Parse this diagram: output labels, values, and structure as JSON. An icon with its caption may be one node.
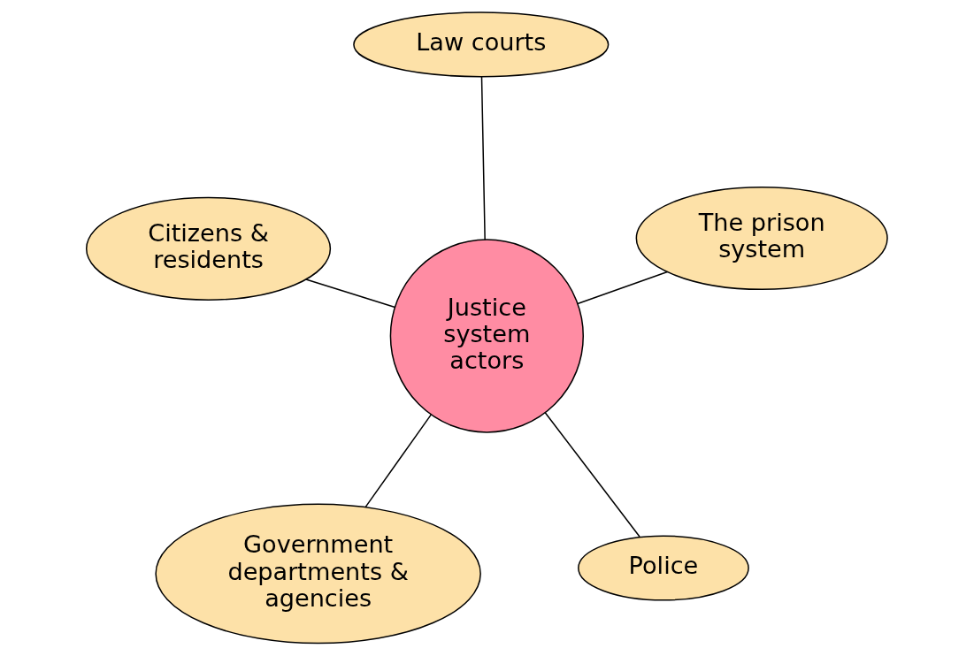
{
  "diagram": {
    "nodes": [
      {
        "text": [
          "Government departments & agencies"
        ]
      },
      {
        "text": [
          "Police"
        ]
      },
      {
        "text": [
          "Justice system actors"
        ]
      },
      {
        "text": [
          "Law courts"
        ]
      },
      {
        "text": [
          "The prison system"
        ]
      },
      {
        "text": [
          "Citizens & residents"
        ]
      }
    ],
    "edges": [
      {
        "from": 2,
        "to": 0,
        "arrow": "none"
      },
      {
        "from": 2,
        "to": 1,
        "arrow": "none"
      },
      {
        "from": 2,
        "to": 3,
        "arrow": "none"
      },
      {
        "from": 2,
        "to": 4,
        "arrow": "none"
      },
      {
        "from": 2,
        "to": 5,
        "arrow": "none"
      }
    ]
  }
}
